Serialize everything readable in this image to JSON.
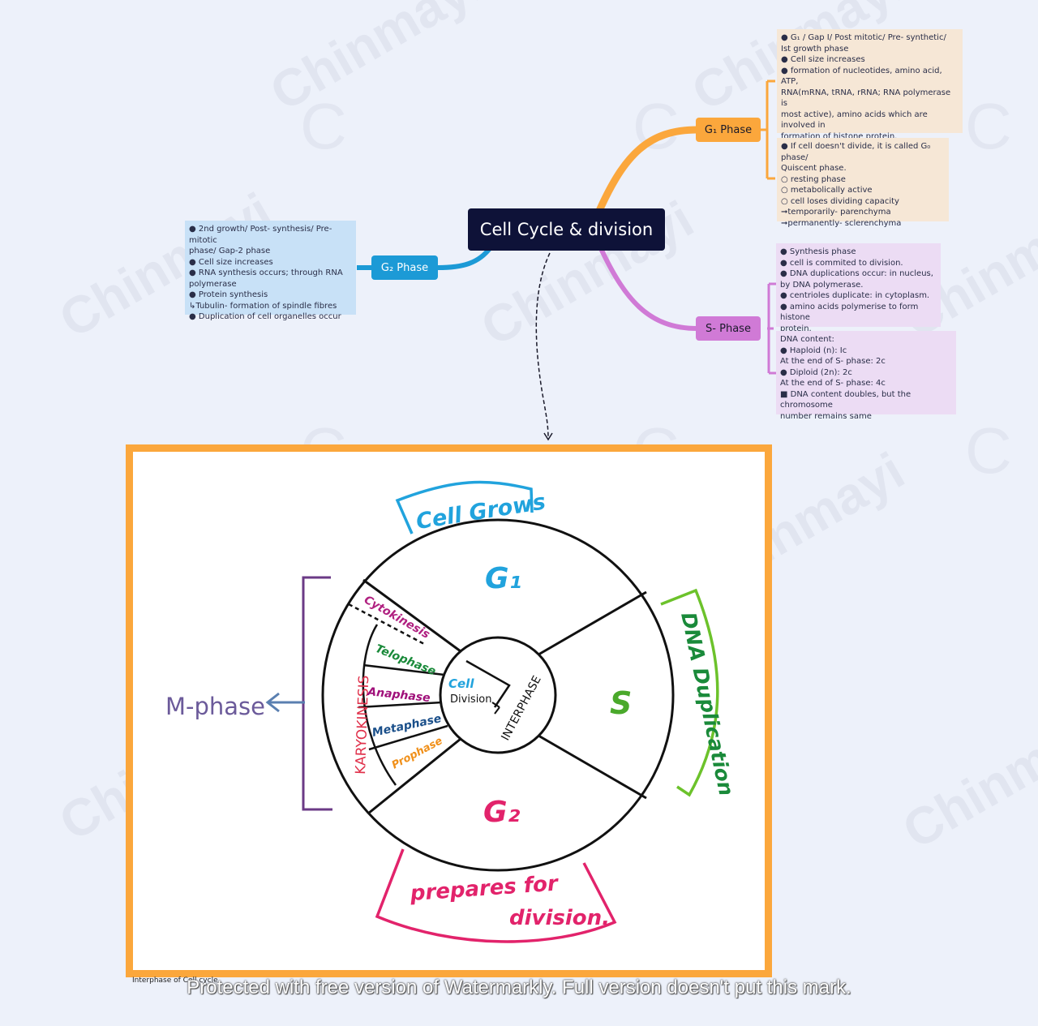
{
  "root": {
    "title": "Cell Cycle & division"
  },
  "g1": {
    "label": "G₁ Phase",
    "note1": "● G₁ / Gap I/ Post mitotic/ Pre- synthetic/\nIst growth phase\n● Cell size increases\n● formation of nucleotides, amino acid, ATP,\nRNA(mRNA, tRNA, rRNA; RNA polymerase is\nmost active), amino acids which are involved in\nformation of histone protein.\n● Longest duration\n● ds DNA",
    "note2": "● If cell doesn't divide, it is called G₀ phase/\nQuiscent phase.\n    ○ resting phase\n    ○ metabolically active\n    ○ cell loses dividing capacity\n          ➞temporarily- parenchyma\n          ➞permanently- sclerenchyma"
  },
  "s": {
    "label": "S- Phase",
    "note1": "● Synthesis phase\n● cell is commited to division.\n● DNA duplications occur: in nucleus,\nby DNA polymerase.\n● centrioles duplicate: in cytoplasm.\n● amino acids polymerise to form histone\nprotein.",
    "note2": "DNA content:\n● Haploid (n): Ic\n   At the end of S- phase: 2c\n● Diploid (2n): 2c\n   At the end of S- phase: 4c\n■ DNA content doubles, but the chromosome\nnumber remains same"
  },
  "g2": {
    "label": "G₂ Phase",
    "note": "● 2nd growth/ Post- synthesis/ Pre- mitotic\nphase/ Gap-2 phase\n● Cell size increases\n● RNA synthesis occurs; through RNA\npolymerase\n● Protein synthesis\n      ↳Tubulin- formation of spindle fibres\n● Duplication of cell organelles occur"
  },
  "diagram": {
    "cell_grows": "Cell Grows",
    "g1": "G₁",
    "s": "S",
    "g2": "G₂",
    "dna_duplication": "DNA Duplication",
    "prepares": "prepares for",
    "division": "division.",
    "m_phase": "M-phase",
    "karyokinesis": "KARYOKINESIS",
    "cytokinesis": "Cytokinesis",
    "telophase": "Telophase",
    "anaphase": "Anaphase",
    "metaphase": "Metaphase",
    "prophase": "Prophase",
    "cell_word": "Cell",
    "division_word": "Division",
    "interphase": "INTERPHASE"
  },
  "caption": "Interphase of Cell cycle",
  "watermark": {
    "brand": "Chinmayi",
    "letter": "C",
    "banner": "Protected with free version of Watermarkly. Full version doesn't put this mark."
  },
  "colors": {
    "g1": "#fba73c",
    "s": "#d07ad6",
    "g2": "#1c9ad6",
    "root": "#0e1238",
    "frame": "#fba73c",
    "cell_grows": "#21a3dd",
    "dna": "#6cc22b",
    "prepares": "#e2236b"
  }
}
